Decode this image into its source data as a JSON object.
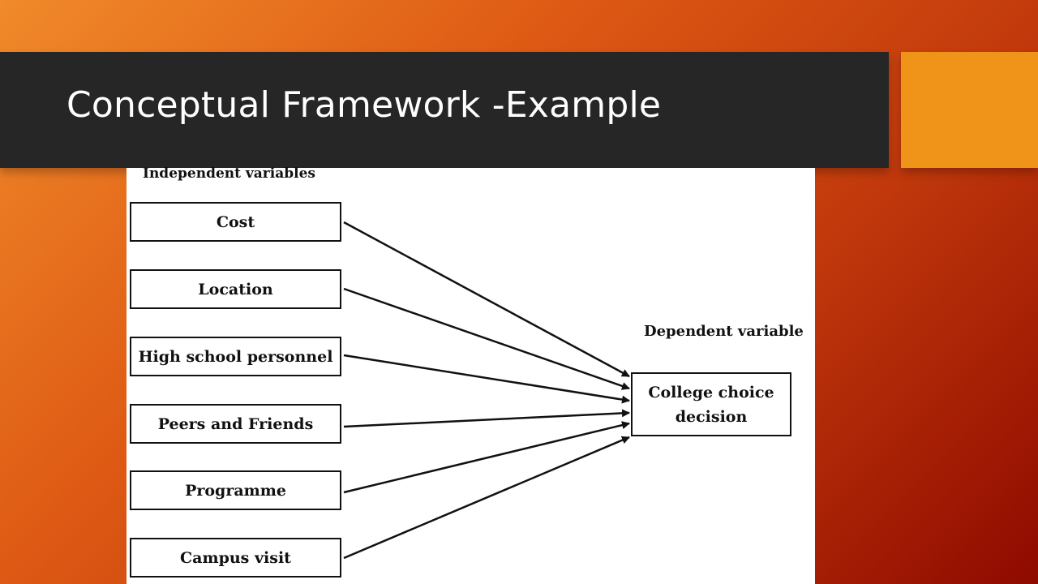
{
  "slide": {
    "title": "Conceptual Framework -Example"
  },
  "diagram": {
    "independent_heading": "Independent variables",
    "dependent_heading": "Dependent variable",
    "independent_variables": [
      "Cost",
      "Location",
      "High school personnel",
      "Peers and Friends",
      "Programme",
      "Campus visit"
    ],
    "dependent_variable": {
      "line1": "College choice",
      "line2": "decision"
    }
  },
  "colors": {
    "background_start": "#f08a2a",
    "background_end": "#8f0a00",
    "title_bar": "#262626",
    "accent": "#f09419"
  }
}
